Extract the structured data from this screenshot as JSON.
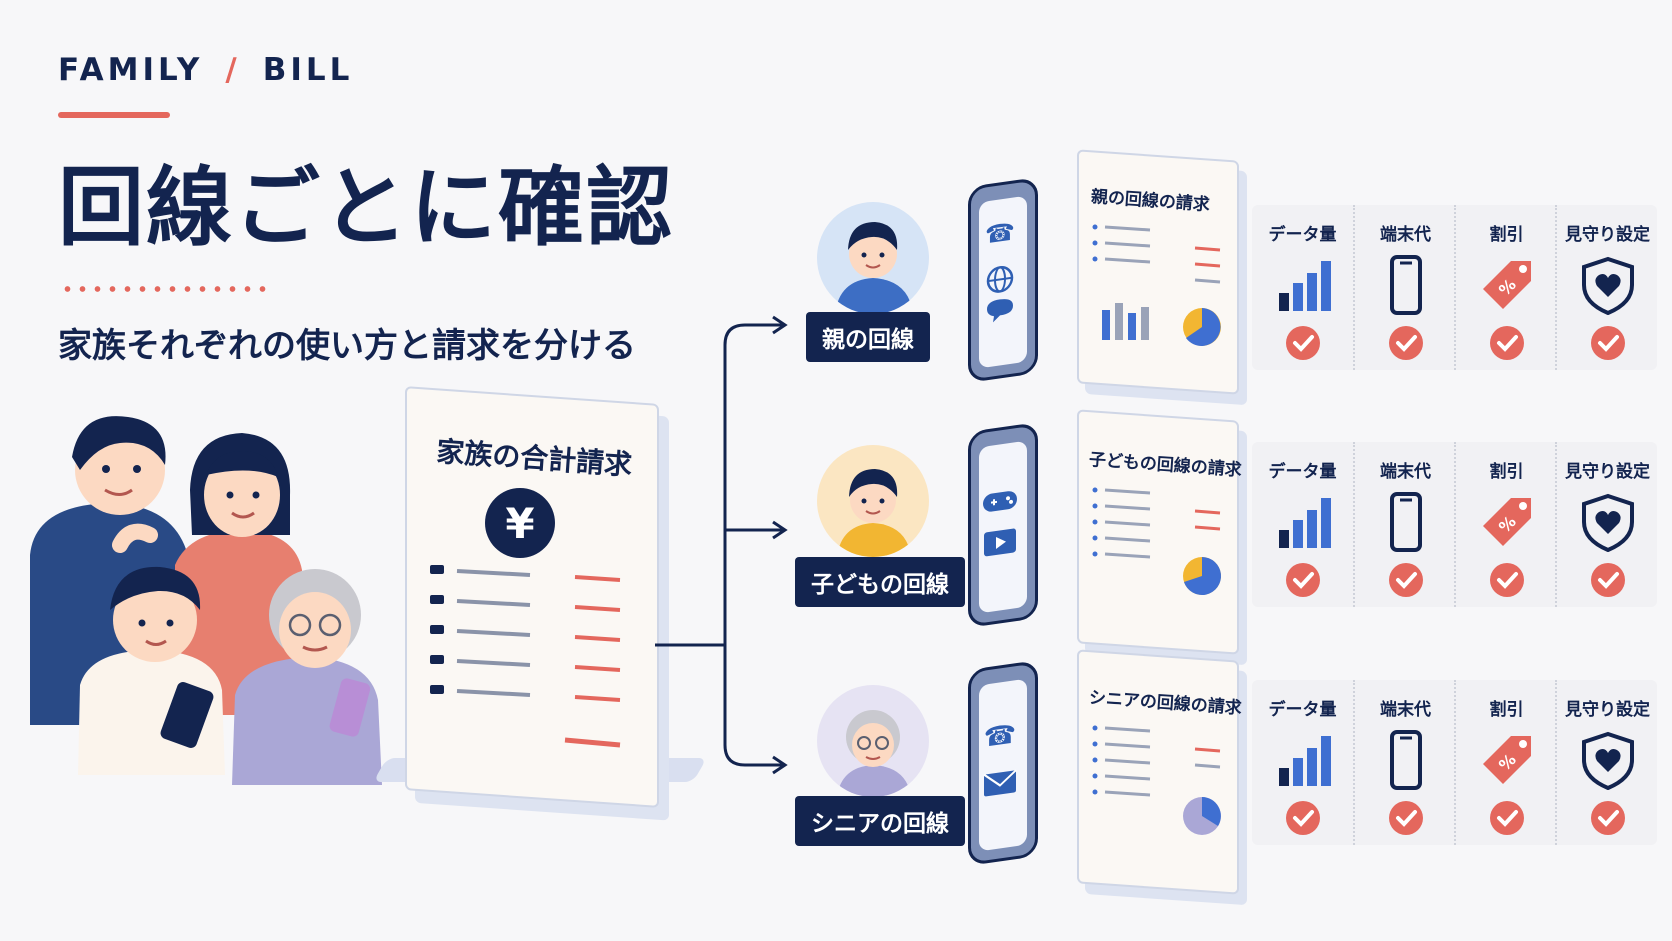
{
  "header": {
    "eyebrow_left": "FAMILY",
    "eyebrow_sep": "/",
    "eyebrow_right": "BILL",
    "title": "回線ごとに確認",
    "subtitle": "家族それぞれの使い方と請求を分ける"
  },
  "total_bill": {
    "title": "家族の合計請求",
    "symbol": "¥"
  },
  "lines": [
    {
      "label": "親の回線",
      "card_title": "親の回線の請求",
      "avatar": "parent"
    },
    {
      "label": "子どもの回線",
      "card_title": "子どもの回線の請求",
      "avatar": "child"
    },
    {
      "label": "シニアの回線",
      "card_title": "シニアの回線の請求",
      "avatar": "senior"
    }
  ],
  "features": {
    "data": "データ量",
    "device": "端末代",
    "discount": "割引",
    "guard": "見守り設定"
  },
  "colors": {
    "navy": "#13244f",
    "accent_red": "#e4675d",
    "blue": "#3f6fd1",
    "yellow": "#f2b632"
  }
}
